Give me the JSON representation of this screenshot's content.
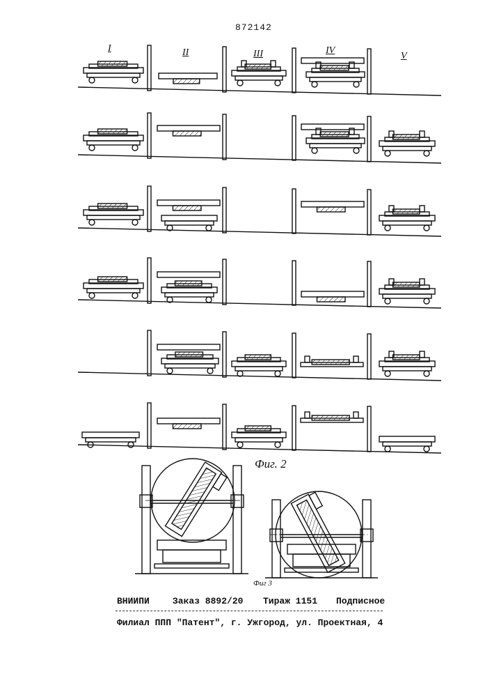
{
  "header": {
    "patent_number": "872142"
  },
  "stations": [
    "I",
    "II",
    "III",
    "IV",
    "V"
  ],
  "figures": {
    "fig2_caption": "Фиг. 2",
    "fig3_caption": "Фиг 3"
  },
  "footer": {
    "org": "ВНИИПИ",
    "order": "Заказ 8892/20",
    "circulation": "Тираж 1151",
    "subscription": "Подписное",
    "branch": "Филиал ППП \"Патент\", г. Ужгород, ул. Проектная, 4"
  }
}
